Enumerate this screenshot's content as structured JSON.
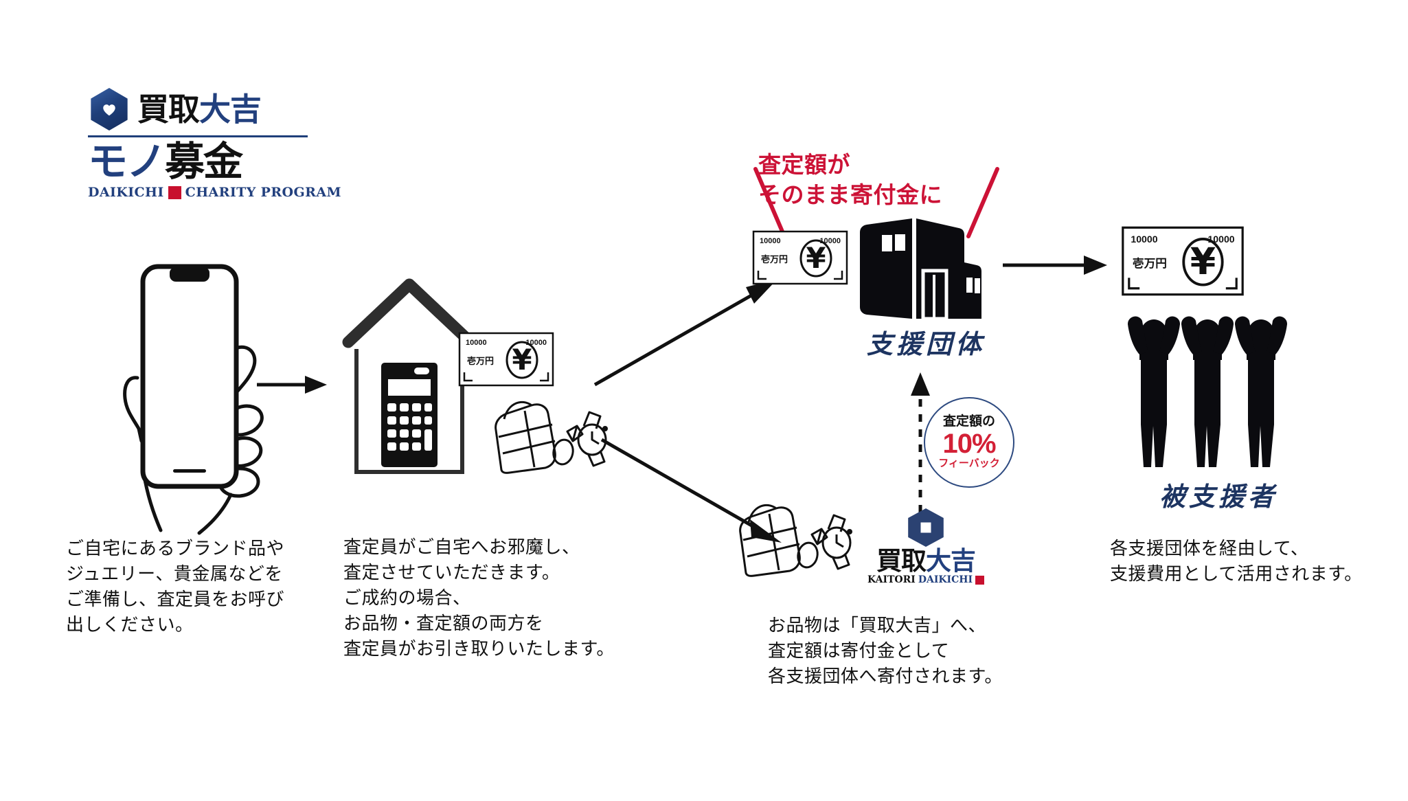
{
  "logo": {
    "mark": "hexagon-heart-icon",
    "brand_kanji_black": "買取",
    "brand_kanji_blue": "大吉",
    "program_kanji_blue": "モノ",
    "program_kanji_black": "募金",
    "subtitle_left": "DAIKICHI",
    "subtitle_right": "CHARITY PROGRAM",
    "seal": "red-seal-icon"
  },
  "headline": {
    "text": "査定額が\nそのまま寄付金に",
    "color": "#cc1236"
  },
  "banknote": {
    "corner_left": "10000",
    "corner_right": "10000",
    "denomination": "壱万円",
    "symbol": "¥"
  },
  "steps": [
    {
      "id": "step-phone",
      "icon": "hand-holding-smartphone-icon",
      "caption": "ご自宅にあるブランド品や\nジュエリー、貴金属などを\nご準備し、査定員をお呼び\n出しください。"
    },
    {
      "id": "step-home-appraisal",
      "icon": "house-with-calculator-icon",
      "caption": "査定員がご自宅へお邪魔し、\n査定させていただきます。\nご成約の場合、\nお品物・査定額の両方を\n査定員がお引き取りいたします。"
    },
    {
      "id": "step-donation",
      "icon": "support-organization-building-icon",
      "label": "支援団体",
      "caption": "お品物は「買取大吉」へ、\n査定額は寄付金として\n各支援団体へ寄付されます。"
    },
    {
      "id": "step-recipients",
      "icon": "three-cheering-people-icon",
      "label": "被支援者",
      "caption": "各支援団体を経由して、\n支援費用として活用されます。"
    }
  ],
  "feedback_badge": {
    "line1": "査定額の",
    "percent": "10%",
    "line3": "フィーバック",
    "border_color": "#2d4a80"
  },
  "mini_logo": {
    "kanji_black": "買取",
    "kanji_blue": "大吉",
    "romaji_black": "KAITORI",
    "romaji_blue": "DAIKICHI"
  },
  "items_icon": "handbag-watch-ring-icon",
  "colors": {
    "navy": "#22407e",
    "deep_navy": "#1d3461",
    "red": "#cc1236",
    "accent_red": "#d32036",
    "ink": "#111111"
  }
}
